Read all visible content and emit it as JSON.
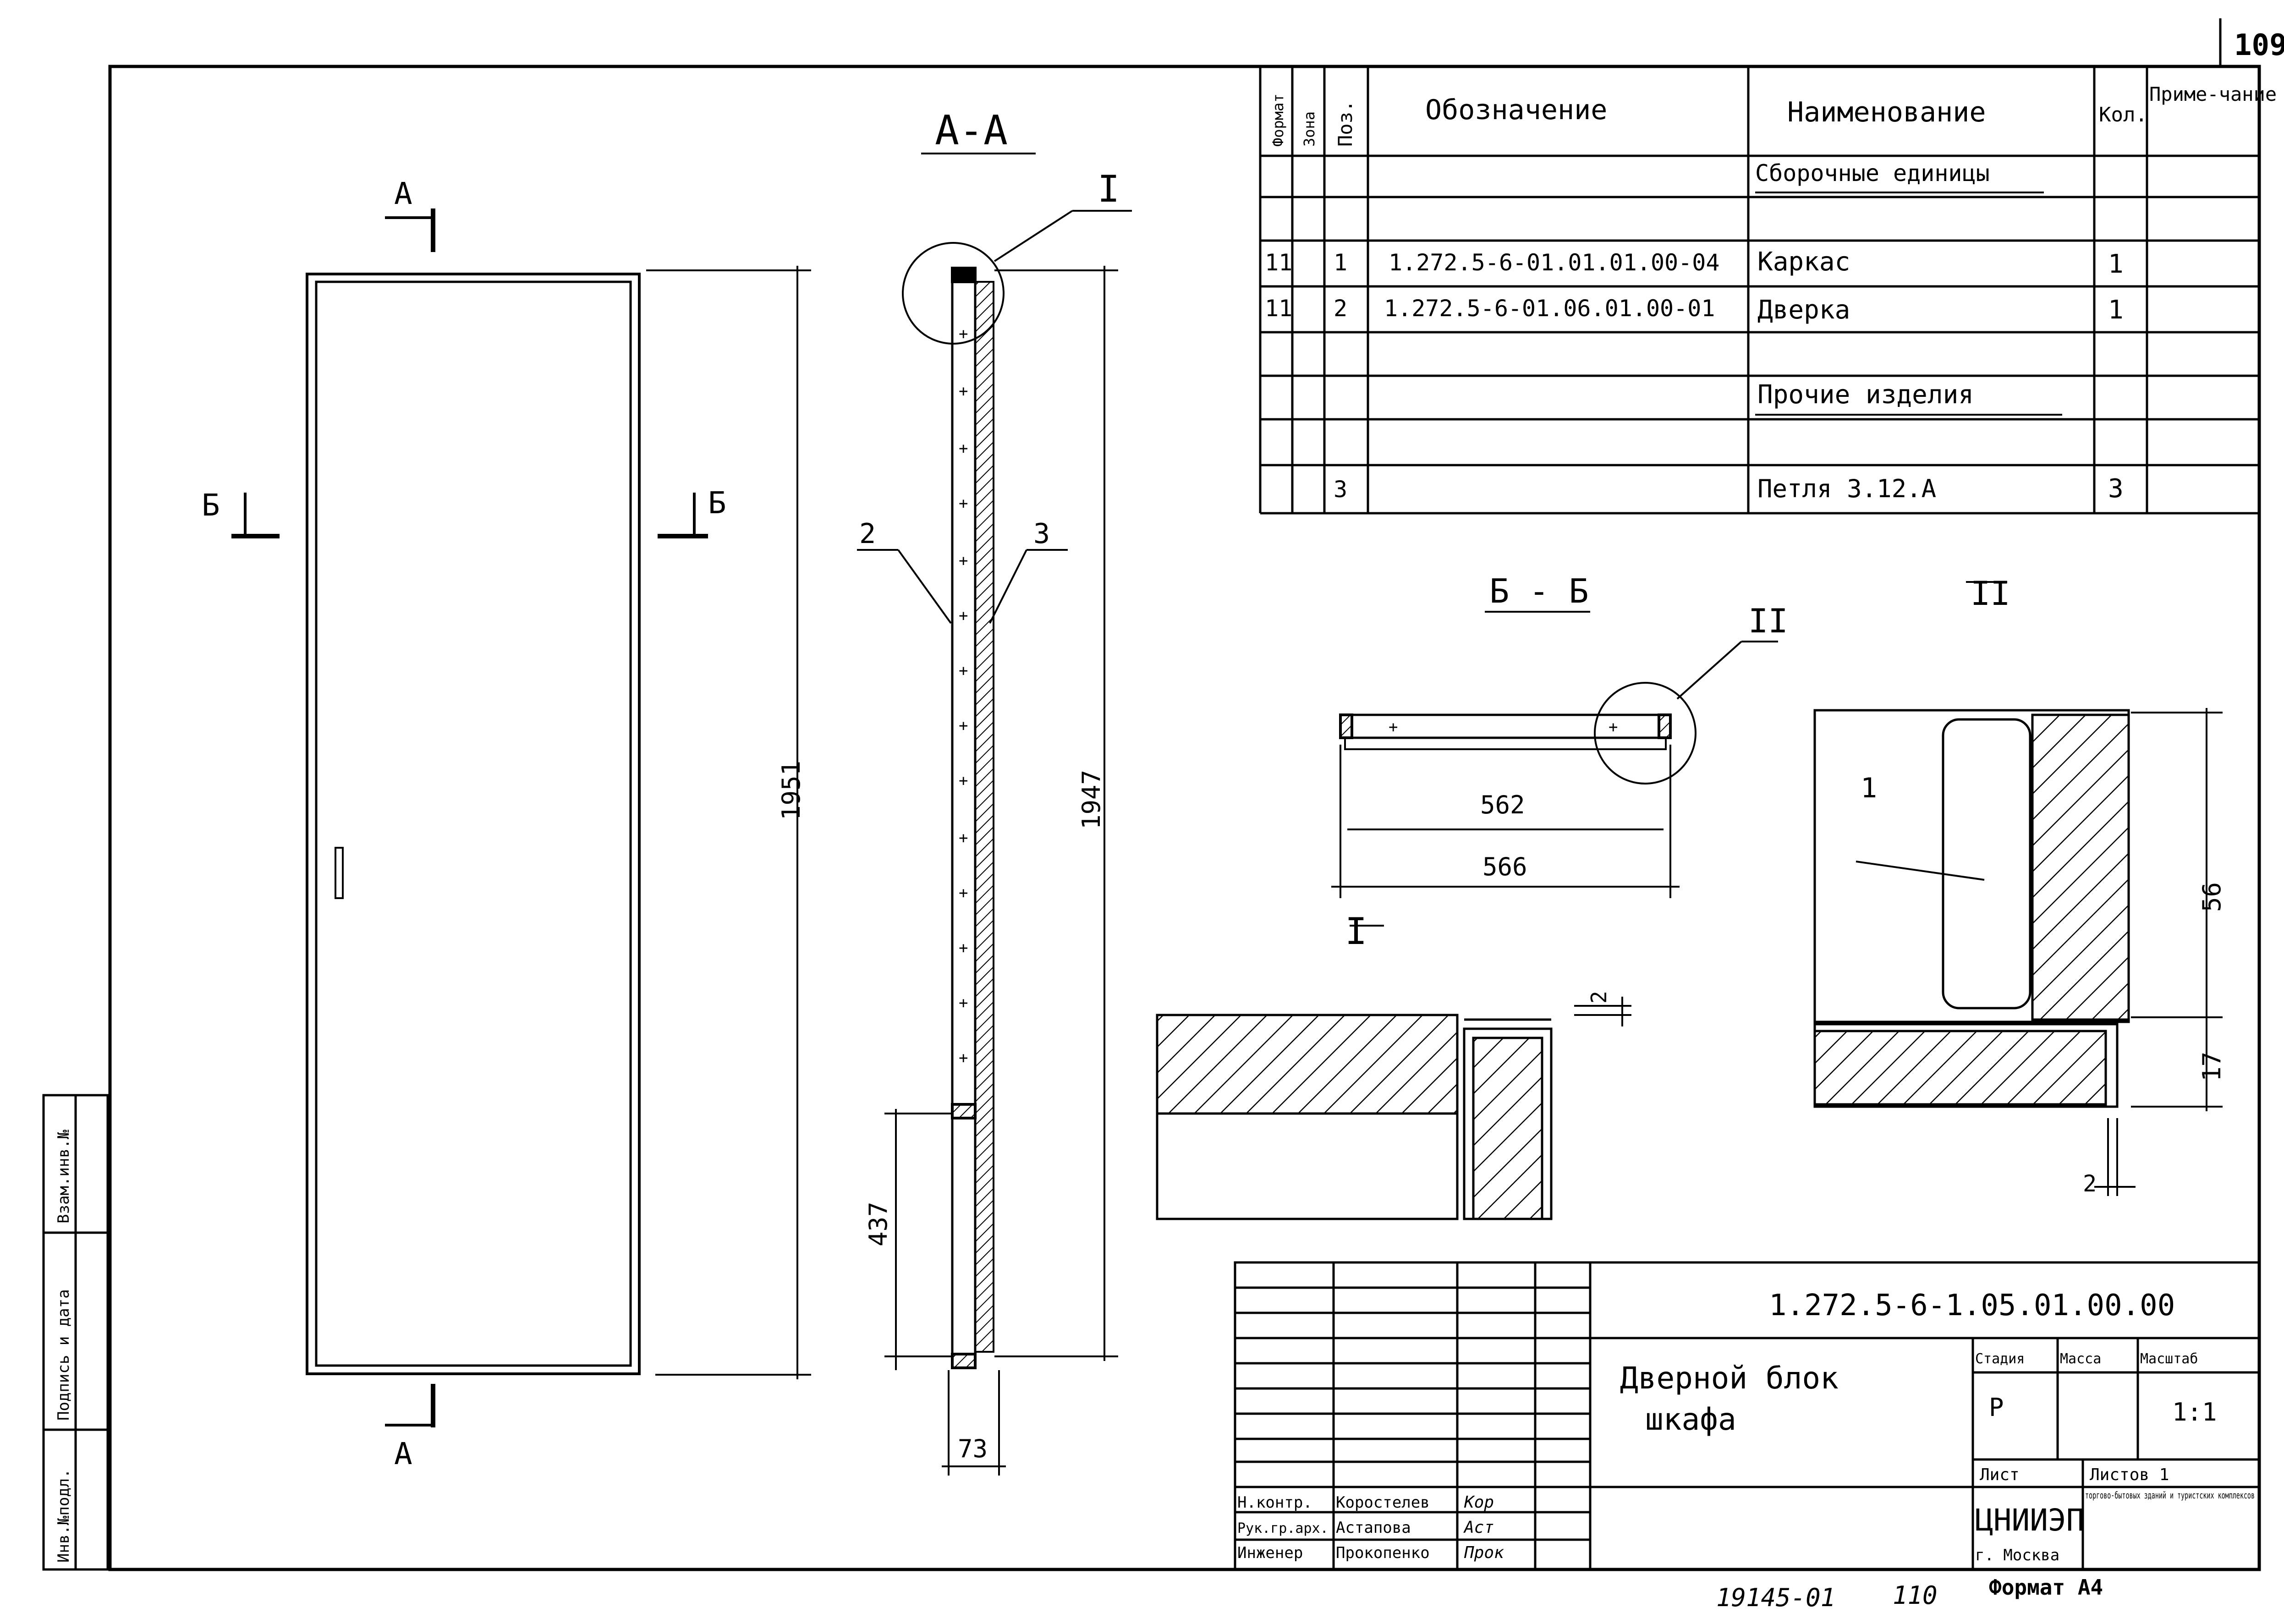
{
  "sheet": {
    "page_number": "109",
    "format": "Формат А4",
    "bottom_code": "19145-01",
    "bottom_page": "110"
  },
  "side_stamp": {
    "inv_podl": "Инв.№подл.",
    "sign_date": "Подпись и дата",
    "vzam_inv": "Взам.инв.№"
  },
  "spec_table": {
    "headers": {
      "format": "Формат",
      "zona": "Зона",
      "poz": "Поз.",
      "designation": "Обозначение",
      "name": "Наименование",
      "qty": "Кол.",
      "note": "Приме-чание"
    },
    "section_assembly": "Сборочные единицы",
    "section_other": "Прочие изделия",
    "rows": [
      {
        "format": "11",
        "poz": "1",
        "designation": "1.272.5-6-01.01.01.00-04",
        "name": "Каркас",
        "qty": "1"
      },
      {
        "format": "11",
        "poz": "2",
        "designation": "1.272.5-6-01.06.01.00-01",
        "name": "Дверка",
        "qty": "1"
      },
      {
        "format": "",
        "poz": "3",
        "designation": "",
        "name": "Петля 3.12.А",
        "qty": "3"
      }
    ]
  },
  "drawing": {
    "cut_label_a": "А",
    "cut_label_b": "Б",
    "section_aa": "А-А",
    "section_bb": "Б - Б",
    "detail_1": "I",
    "detail_2": "II",
    "dim_1951": "1951",
    "dim_1947": "1947",
    "dim_437": "437",
    "dim_73": "73",
    "dim_562": "562",
    "dim_566": "566",
    "dim_56": "56",
    "dim_17": "17",
    "dim_2a": "2",
    "dim_2b": "2",
    "leader_1": "1",
    "leader_2": "2",
    "leader_3": "3"
  },
  "title_block": {
    "code": "1.272.5-6-1.05.01.00.00",
    "title_line1": "Дверной блок",
    "title_line2": "шкафа",
    "stadia_label": "Стадия",
    "massa_label": "Масса",
    "masshtab_label": "Масштаб",
    "stadia": "Р",
    "masshtab": "1:1",
    "list_label": "Лист",
    "listov_label": "Листов 1",
    "org": "ЦНИИЭП",
    "city": "г. Москва",
    "org_desc": "торгово-бытовых зданий и туристских комплексов",
    "people": [
      {
        "role": "Н.контр.",
        "name": "Коростелев",
        "sign": "Кор"
      },
      {
        "role": "Рук.гр.арх.",
        "name": "Астапова",
        "sign": "Аст"
      },
      {
        "role": "Инженер",
        "name": "Прокопенко",
        "sign": "Прок"
      }
    ]
  }
}
